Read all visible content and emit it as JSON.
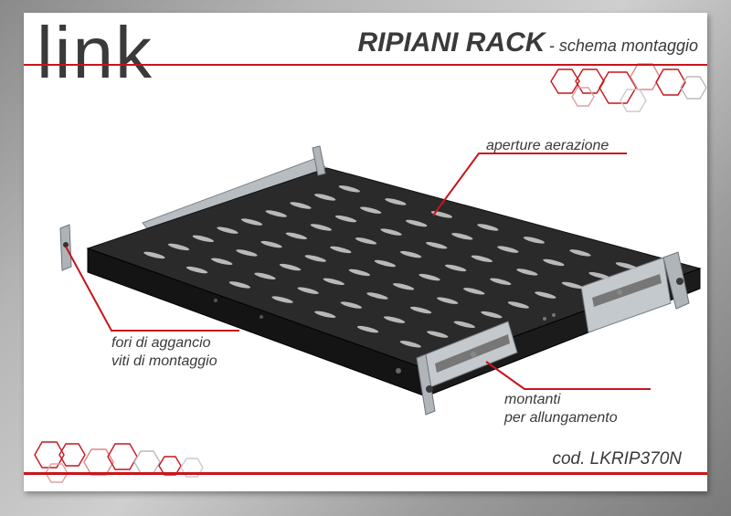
{
  "brand": {
    "logo_text": "link"
  },
  "header": {
    "title": "RIPIANI RACK",
    "subtitle": "- schema montaggio"
  },
  "callouts": {
    "vents": "aperture aerazione",
    "holes_line1": "fori di aggancio",
    "holes_line2": "viti di montaggio",
    "rails_line1": "montanti",
    "rails_line2": "per allungamento"
  },
  "footer": {
    "product_code": "cod. LKRIP370N"
  },
  "colors": {
    "accent": "#c8151b",
    "text": "#3a3a3a",
    "shelf": "#1e1e1e",
    "rail": "#9ea4aa"
  },
  "icons": [
    "hexagon-pattern",
    "rack-shelf-illustration"
  ]
}
